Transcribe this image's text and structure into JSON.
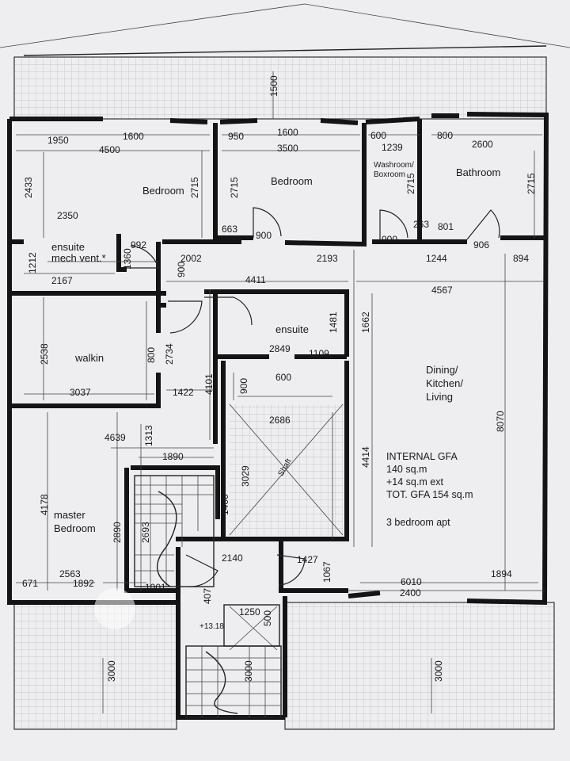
{
  "rooms": {
    "bedroom_1": "Bedroom",
    "bedroom_2": "Bedroom",
    "washroom_line1": "Washroom/",
    "washroom_line2": "Boxroom",
    "bathroom": "Bathroom",
    "ensuite_1": "ensuite",
    "ensuite_mech": "mech vent.*",
    "walkin": "walkin",
    "ensuite_2": "ensuite",
    "dining_line1": "Dining/",
    "dining_line2": "Kitchen/",
    "dining_line3": "Living",
    "master_line1": "master",
    "master_line2": "Bedroom",
    "shaft": "Shaft"
  },
  "notes": {
    "line1": "INTERNAL GFA",
    "line2": "140 sq.m",
    "line3": "+14 sq.m ext",
    "line4": "TOT. GFA 154 sq.m",
    "line5": "3 bedroom apt",
    "level": "+13.18"
  },
  "dims": {
    "d1500": "1500",
    "d1950": "1950",
    "d1600a": "1600",
    "d4500": "4500",
    "d950": "950",
    "d1600b": "1600",
    "d3500": "3500",
    "d600a": "600",
    "d1239": "1239",
    "d800a": "800",
    "d2600": "2600",
    "d2433": "2433",
    "d2715a": "2715",
    "d2715b": "2715",
    "d2715c": "2715",
    "d2715d": "2715",
    "d2350": "2350",
    "d663": "663",
    "d900a": "900",
    "d263": "263",
    "d801": "801",
    "d900b": "900",
    "d906": "906",
    "d1212": "1212",
    "d992": "992",
    "d1360": "1360",
    "d2002": "2002",
    "d900c": "900",
    "d2193": "2193",
    "d1244": "1244",
    "d894": "894",
    "d2167": "2167",
    "d4411": "4411",
    "d4567": "4567",
    "d1662": "1662",
    "d1481": "1481",
    "d2538": "2538",
    "d800b": "800",
    "d2734": "2734",
    "d2849": "2849",
    "d1109": "1109",
    "d4101": "4101",
    "d900d": "900",
    "d600b": "600",
    "d3037": "3037",
    "d1422": "1422",
    "d2686": "2686",
    "d8070": "8070",
    "d4639": "4639",
    "d1313": "1313",
    "d1890": "1890",
    "d3029": "3029",
    "d4414": "4414",
    "d1400": "1400",
    "d4178": "4178",
    "d2890": "2890",
    "d2693": "2693",
    "d2140": "2140",
    "d1427": "1427",
    "d1067": "1067",
    "d2563": "2563",
    "d671": "671",
    "d1892": "1892",
    "d1001": "1001",
    "d407": "407",
    "d6010": "6010",
    "d2400": "2400",
    "d1894": "1894",
    "d1250": "1250",
    "d500": "500",
    "d3000a": "3000",
    "d3000b": "3000",
    "d3000c": "3000"
  }
}
